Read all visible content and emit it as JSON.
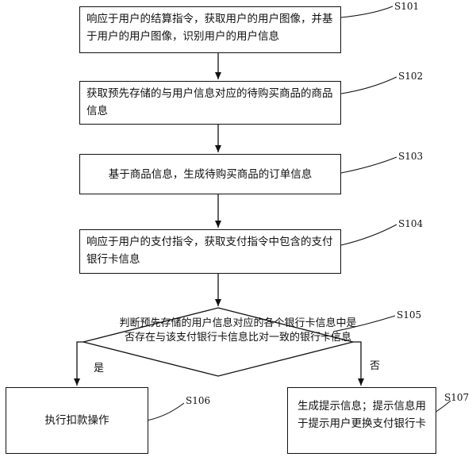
{
  "steps": {
    "s101": {
      "id": "S101",
      "text": "响应于用户的结算指令，获取用户的用户图像，并基于用户的用户图像，识别用户的用户信息"
    },
    "s102": {
      "id": "S102",
      "text": "获取预先存储的与用户信息对应的待购买商品的商品信息"
    },
    "s103": {
      "id": "S103",
      "text": "基于商品信息，生成待购买商品的订单信息"
    },
    "s104": {
      "id": "S104",
      "text": "响应于用户的支付指令，获取支付指令中包含的支付银行卡信息"
    },
    "s105": {
      "id": "S105",
      "text": "判断预先存储的用户信息对应的各个银行卡信息中是否存在与该支付银行卡信息比对一致的银行卡信息"
    },
    "s106": {
      "id": "S106",
      "text": "执行扣款操作"
    },
    "s107": {
      "id": "S107",
      "text": "生成提示信息；提示信息用于提示用户更换支付银行卡"
    }
  },
  "branches": {
    "yes": "是",
    "no": "否"
  }
}
